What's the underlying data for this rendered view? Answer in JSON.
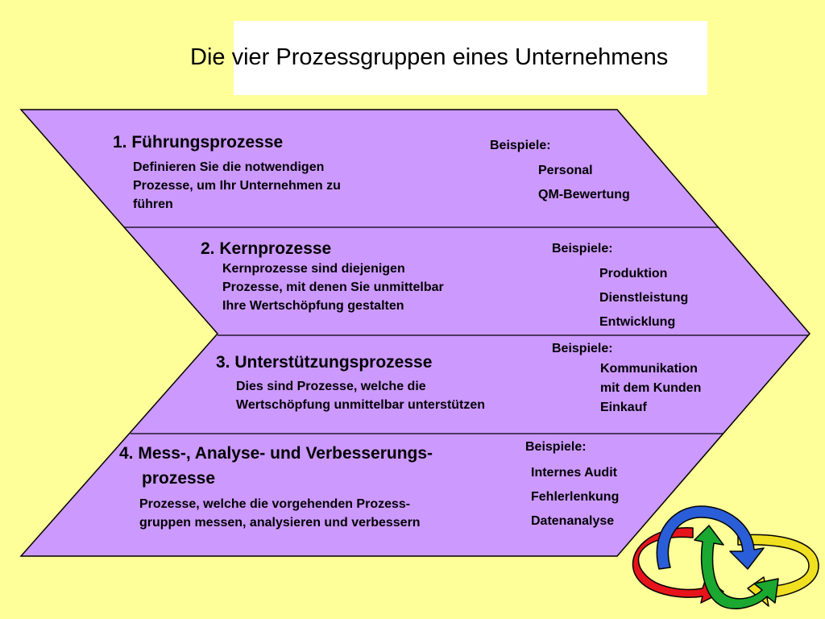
{
  "title": "Die vier Prozessgruppen eines Unternehmens",
  "colors": {
    "background": "#ffff99",
    "band_fill": "#cc99ff",
    "outline": "#000000",
    "title_box": "#ffffff"
  },
  "groups": [
    {
      "heading": "1. Führungsprozesse",
      "description": [
        "Definieren Sie die notwendigen",
        "Prozesse, um Ihr Unternehmen zu",
        "führen"
      ],
      "examples_label": "Beispiele:",
      "examples": [
        "Personal",
        "QM-Bewertung"
      ]
    },
    {
      "heading": "2. Kernprozesse",
      "description": [
        "Kernprozesse sind diejenigen",
        "Prozesse, mit denen Sie unmittelbar",
        "Ihre Wertschöpfung gestalten"
      ],
      "examples_label": "Beispiele:",
      "examples": [
        "Produktion",
        "Dienstleistung",
        "Entwicklung"
      ]
    },
    {
      "heading": "3. Unterstützungsprozesse",
      "description": [
        "Dies sind Prozesse, welche die",
        "Wertschöpfung unmittelbar unterstützen"
      ],
      "examples_label": "Beispiele:",
      "examples": [
        "Kommunikation",
        "mit dem Kunden",
        "Einkauf"
      ]
    },
    {
      "heading_line1": "4. Mess-, Analyse- und Verbesserungs-",
      "heading_line2": "prozesse",
      "description": [
        "Prozesse, welche die vorgehenden Prozess-",
        "gruppen messen, analysieren und verbessern"
      ],
      "examples_label": "Beispiele:",
      "examples": [
        "Internes Audit",
        "Fehlerlenkung",
        "Datenanalyse"
      ]
    }
  ],
  "logo": {
    "icon": "interlocking-cycle-arrows-icon",
    "arrow_colors": [
      "#e8141b",
      "#2a5ed8",
      "#f0e020",
      "#1aa830"
    ]
  }
}
